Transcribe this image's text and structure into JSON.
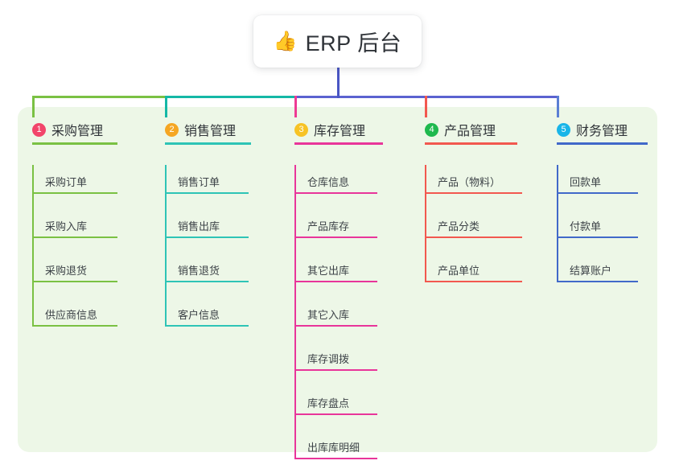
{
  "root": {
    "icon": "thumbs-up-icon",
    "icon_glyph": "👍",
    "title": "ERP 后台"
  },
  "palette": {
    "page_background": "#ffffff",
    "panel_background": "#edf7e7",
    "text": "#2f3338",
    "root_stem": "#4a56c4",
    "bus_left": "#7ac143",
    "bus_mid": "#14b8a6",
    "bus_right": "#5b62d0"
  },
  "columns": [
    {
      "index": "1",
      "title": "采购管理",
      "badge_color": "#f2456a",
      "line_color": "#7ac143",
      "stem_color": "#7ac143",
      "items": [
        {
          "label": "采购订单"
        },
        {
          "label": "采购入库"
        },
        {
          "label": "采购退货"
        },
        {
          "label": "供应商信息"
        }
      ]
    },
    {
      "index": "2",
      "title": "销售管理",
      "badge_color": "#f5a623",
      "line_color": "#2ec4b6",
      "stem_color": "#14b8a6",
      "items": [
        {
          "label": "销售订单"
        },
        {
          "label": "销售出库"
        },
        {
          "label": "销售退货"
        },
        {
          "label": "客户信息"
        }
      ]
    },
    {
      "index": "3",
      "title": "库存管理",
      "badge_color": "#f7c325",
      "line_color": "#e8359a",
      "stem_color": "#ee3a94",
      "items": [
        {
          "label": "仓库信息"
        },
        {
          "label": "产品库存"
        },
        {
          "label": "其它出库"
        },
        {
          "label": "其它入库"
        },
        {
          "label": "库存调拨"
        },
        {
          "label": "库存盘点"
        },
        {
          "label": "出库库明细"
        }
      ]
    },
    {
      "index": "4",
      "title": "产品管理",
      "badge_color": "#1fb94e",
      "line_color": "#f2584f",
      "stem_color": "#f2584f",
      "items": [
        {
          "label": "产品（物料）"
        },
        {
          "label": "产品分类"
        },
        {
          "label": "产品单位"
        }
      ]
    },
    {
      "index": "5",
      "title": "财务管理",
      "badge_color": "#19b5e8",
      "line_color": "#4169c9",
      "stem_color": "#5b7fd4",
      "items": [
        {
          "label": "回款单"
        },
        {
          "label": "付款单"
        },
        {
          "label": "结算账户"
        }
      ]
    }
  ]
}
